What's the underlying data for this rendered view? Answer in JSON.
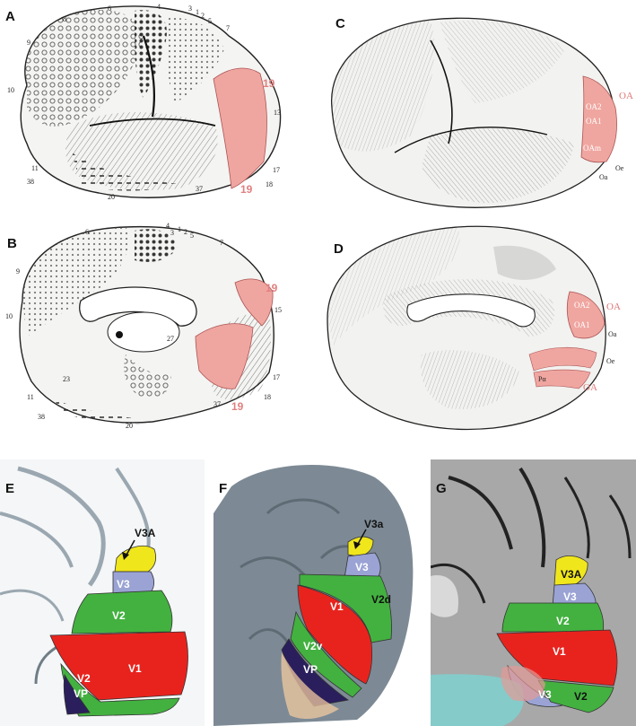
{
  "panels": {
    "A": {
      "label": "A",
      "areas": [
        "19",
        "19"
      ],
      "numbers": [
        "6",
        "8",
        "4",
        "3",
        "1",
        "2",
        "5",
        "7",
        "9",
        "10",
        "11",
        "38",
        "20",
        "37",
        "18",
        "17",
        "13"
      ]
    },
    "B": {
      "label": "B",
      "areas": [
        "19",
        "19"
      ],
      "numbers": [
        "6",
        "4",
        "3",
        "1",
        "2",
        "5",
        "7",
        "9",
        "10",
        "11",
        "38",
        "20",
        "37",
        "18",
        "17",
        "15",
        "27",
        "23"
      ]
    },
    "C": {
      "label": "C",
      "areas": [
        "OA",
        "OA2",
        "OA1",
        "OAm"
      ],
      "extras": [
        "Oe",
        "Oa"
      ]
    },
    "D": {
      "label": "D",
      "areas": [
        "OA",
        "OA2",
        "OA1",
        "OA"
      ],
      "extras": [
        "Oa",
        "Oe",
        "Pα"
      ]
    },
    "E": {
      "label": "E",
      "areas": [
        "V3A",
        "V3",
        "V2",
        "V1",
        "V2",
        "VP"
      ]
    },
    "F": {
      "label": "F",
      "areas": [
        "V3a",
        "V3",
        "V2d",
        "V1",
        "V2v",
        "VP"
      ]
    },
    "G": {
      "label": "G",
      "areas": [
        "V3A",
        "V3",
        "V2",
        "V1",
        "V3",
        "V2"
      ]
    }
  },
  "colors": {
    "highlight": "#f0a6a0",
    "v1": "#e8231e",
    "v2": "#43b140",
    "v3": "#9aa3d4",
    "v3a": "#f0e61c",
    "vp": "#2a1f5c"
  }
}
